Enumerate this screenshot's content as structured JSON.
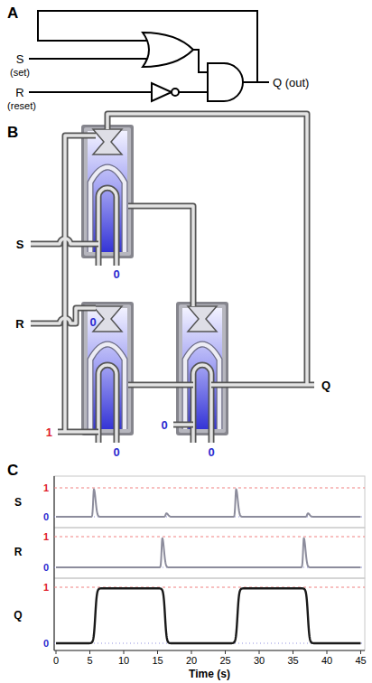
{
  "diagram": {
    "labels": [
      "A",
      "S",
      "(set)",
      "R",
      "(reset)",
      "Q (out)",
      "B",
      "S",
      "0",
      "R",
      "0",
      "Q",
      "0",
      "1",
      "0",
      "0",
      "C",
      "S",
      "1",
      "0",
      "R",
      "1",
      "0",
      "Q",
      "1",
      "0",
      "0",
      "5",
      "10",
      "15",
      "20",
      "25",
      "30",
      "35",
      "40",
      "45",
      "Time (s)"
    ]
  }
}
